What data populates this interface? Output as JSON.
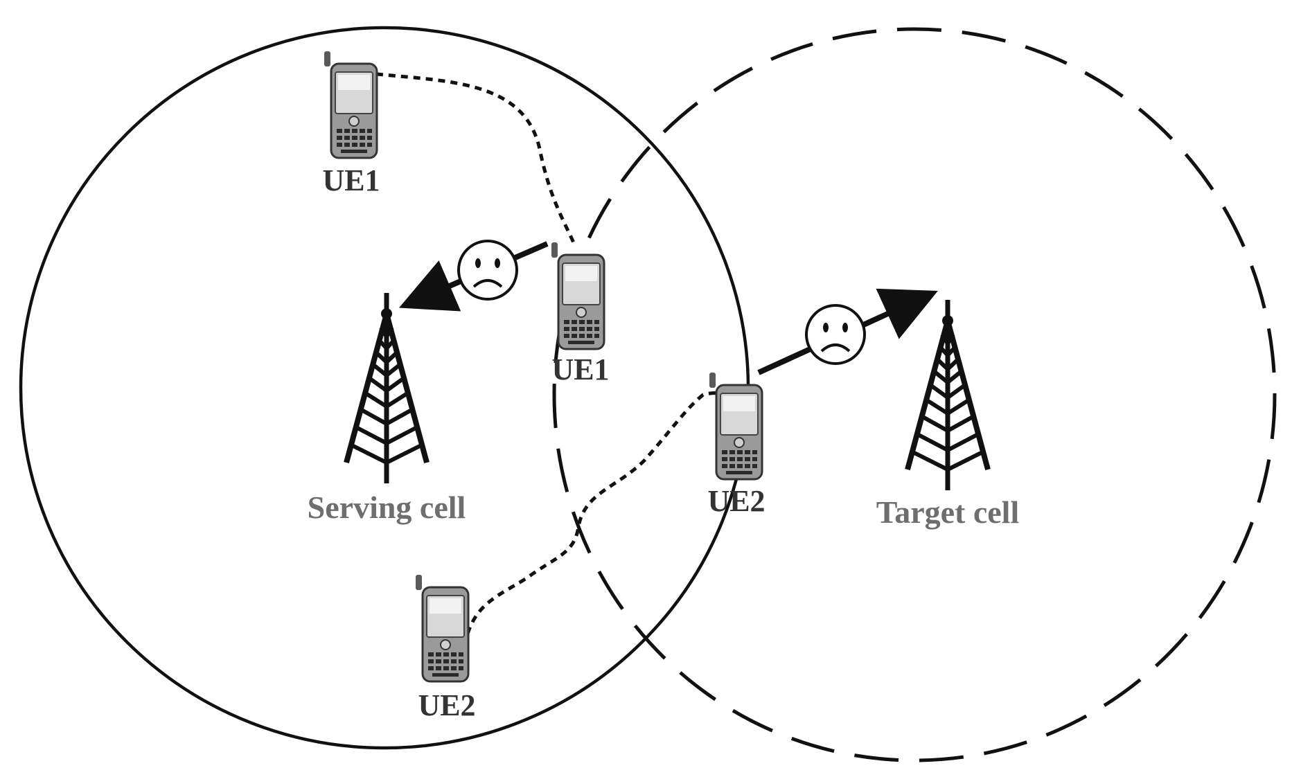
{
  "labels": {
    "ue1_before": "UE1",
    "ue1_after": "UE1",
    "ue2_before": "UE2",
    "ue2_after": "UE2",
    "serving_cell": "Serving cell",
    "target_cell": "Target cell"
  },
  "colors": {
    "stroke": "#111111",
    "ue_label": "#333333",
    "cell_label": "#6e6e6e",
    "phone_body": "#9a9a9a",
    "phone_screen": "#d8d8d8"
  },
  "icons": {
    "tower": "cell-tower-icon",
    "phone": "mobile-phone-icon",
    "face": "sad-face-icon"
  }
}
